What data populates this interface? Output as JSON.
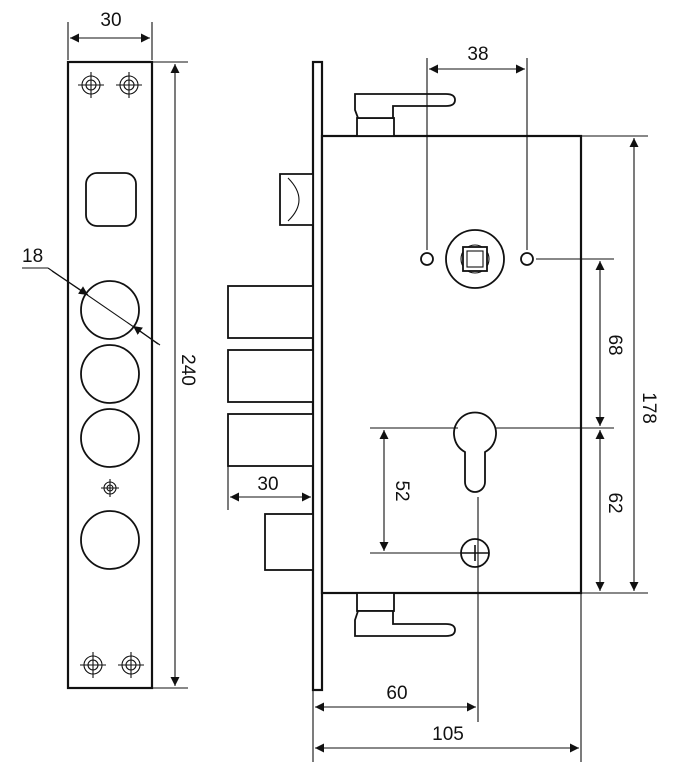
{
  "dimensions": {
    "faceplate_width": "30",
    "hole_diameter": "18",
    "faceplate_length": "240",
    "spindle_spacing": "38",
    "spindle_to_cylinder": "68",
    "body_height": "178",
    "cylinder_to_bottom": "62",
    "cylinder_to_screw": "52",
    "bolt_throw": "30",
    "backset": "60",
    "body_depth": "105"
  }
}
